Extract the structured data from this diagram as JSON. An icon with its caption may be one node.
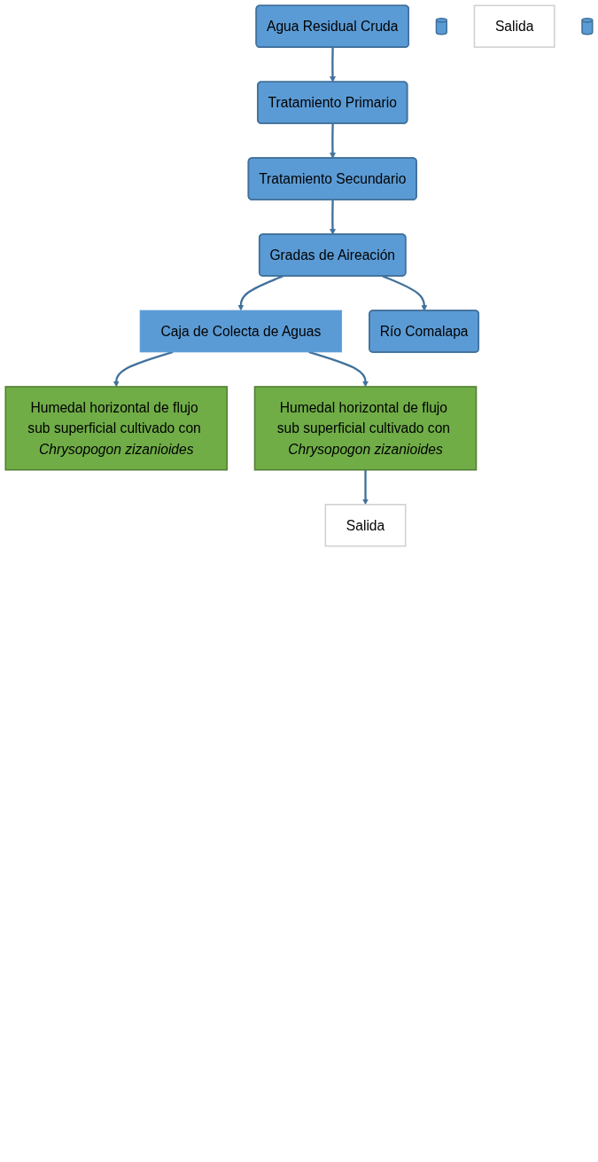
{
  "diagram": {
    "nodes": [
      {
        "text": [
          "Agua Residual Cruda"
        ]
      },
      {
        "text": [
          "Tratamiento Primario"
        ]
      },
      {
        "text": [
          "Tratamiento Secundario"
        ]
      },
      {
        "text": [
          "Gradas de Aireación"
        ]
      },
      {
        "text": [
          "Caja de Colecta de Aguas"
        ]
      },
      {
        "text": [
          "Humedal horizontal de flujo sub superficial cultivado con *Chrysopogon zizanioides*"
        ]
      },
      {
        "text": [],
        "shape": "cylinder"
      },
      {
        "text": [
          "Salida"
        ]
      },
      {
        "text": [
          "Humedal horizontal de flujo sub superficial cultivado con *Chrysopogon zizanioides*"
        ]
      },
      {
        "text": [],
        "shape": "cylinder"
      },
      {
        "text": [
          "Río Comalapa"
        ]
      },
      {
        "text": [
          "Salida"
        ]
      }
    ],
    "edges": [
      {
        "from": 0,
        "to": 1,
        "arrow": "to"
      },
      {
        "from": 1,
        "to": 2,
        "arrow": "to"
      },
      {
        "from": 2,
        "to": 3,
        "arrow": "to"
      },
      {
        "from": 3,
        "to": 4,
        "arrow": "to"
      },
      {
        "from": 3,
        "to": 10,
        "arrow": "to"
      },
      {
        "from": 4,
        "to": 5,
        "arrow": "to"
      },
      {
        "from": 4,
        "to": 8,
        "arrow": "to"
      },
      {
        "from": 8,
        "to": 11,
        "arrow": "to"
      }
    ]
  }
}
